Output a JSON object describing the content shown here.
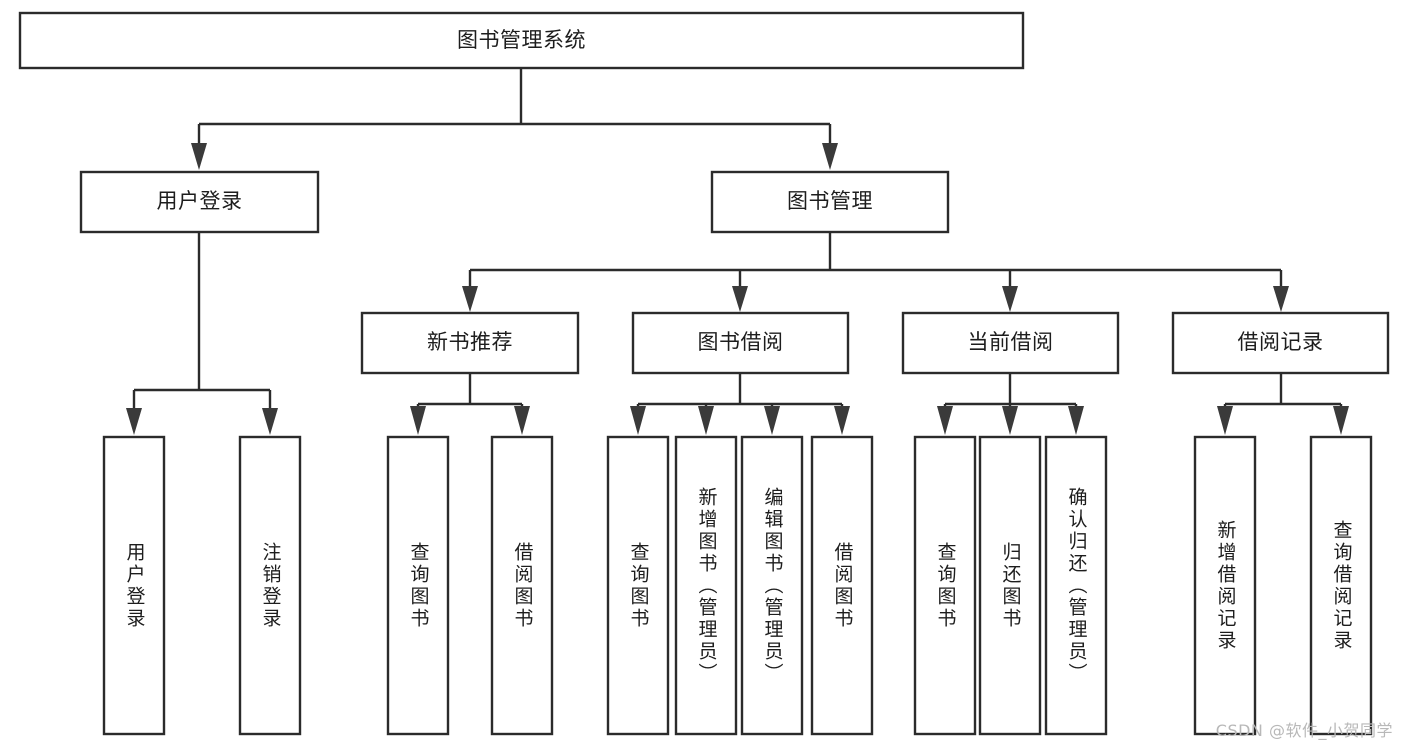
{
  "diagram": {
    "type": "tree-hierarchy-functional-decomposition",
    "title": "图书管理系统",
    "watermark": "CSDN @软件_小贺同学",
    "colors": {
      "box_stroke": "#2b2b2b",
      "box_fill": "#ffffff",
      "connector": "#2b2b2b",
      "arrow": "#3a3a3a",
      "text": "#1d1d1d",
      "watermark": "#b8b8b8",
      "background": "#ffffff"
    },
    "nodes": {
      "root": {
        "label": "图书管理系统",
        "level": 0,
        "orientation": "horizontal"
      },
      "l1": [
        {
          "id": "user-login",
          "label": "用户登录",
          "level": 1,
          "orientation": "horizontal"
        },
        {
          "id": "book-manage",
          "label": "图书管理",
          "level": 1,
          "orientation": "horizontal"
        }
      ],
      "l2": [
        {
          "id": "new-book-rec",
          "label": "新书推荐",
          "level": 2,
          "orientation": "horizontal",
          "parent": "book-manage"
        },
        {
          "id": "book-borrow",
          "label": "图书借阅",
          "level": 2,
          "orientation": "horizontal",
          "parent": "book-manage"
        },
        {
          "id": "current-borrow",
          "label": "当前借阅",
          "level": 2,
          "orientation": "horizontal",
          "parent": "book-manage"
        },
        {
          "id": "borrow-record",
          "label": "借阅记录",
          "level": 2,
          "orientation": "horizontal",
          "parent": "book-manage"
        }
      ],
      "leaves": [
        {
          "id": "leaf-user-login",
          "label": "用户登录",
          "parent": "user-login",
          "orientation": "vertical"
        },
        {
          "id": "leaf-user-logout",
          "label": "注销登录",
          "parent": "user-login",
          "orientation": "vertical"
        },
        {
          "id": "leaf-query-book-1",
          "label": "查询图书",
          "parent": "new-book-rec",
          "orientation": "vertical"
        },
        {
          "id": "leaf-borrow-book-1",
          "label": "借阅图书",
          "parent": "new-book-rec",
          "orientation": "vertical"
        },
        {
          "id": "leaf-query-book-2",
          "label": "查询图书",
          "parent": "book-borrow",
          "orientation": "vertical"
        },
        {
          "id": "leaf-add-book",
          "label": "新增图书（管理员）",
          "parent": "book-borrow",
          "orientation": "vertical"
        },
        {
          "id": "leaf-edit-book",
          "label": "编辑图书（管理员）",
          "parent": "book-borrow",
          "orientation": "vertical"
        },
        {
          "id": "leaf-borrow-book-2",
          "label": "借阅图书",
          "parent": "book-borrow",
          "orientation": "vertical"
        },
        {
          "id": "leaf-query-book-3",
          "label": "查询图书",
          "parent": "current-borrow",
          "orientation": "vertical"
        },
        {
          "id": "leaf-return-book",
          "label": "归还图书",
          "parent": "current-borrow",
          "orientation": "vertical"
        },
        {
          "id": "leaf-confirm-return",
          "label": "确认归还（管理员）",
          "parent": "current-borrow",
          "orientation": "vertical"
        },
        {
          "id": "leaf-add-record",
          "label": "新增借阅记录",
          "parent": "borrow-record",
          "orientation": "vertical"
        },
        {
          "id": "leaf-query-record",
          "label": "查询借阅记录",
          "parent": "borrow-record",
          "orientation": "vertical"
        }
      ]
    }
  }
}
